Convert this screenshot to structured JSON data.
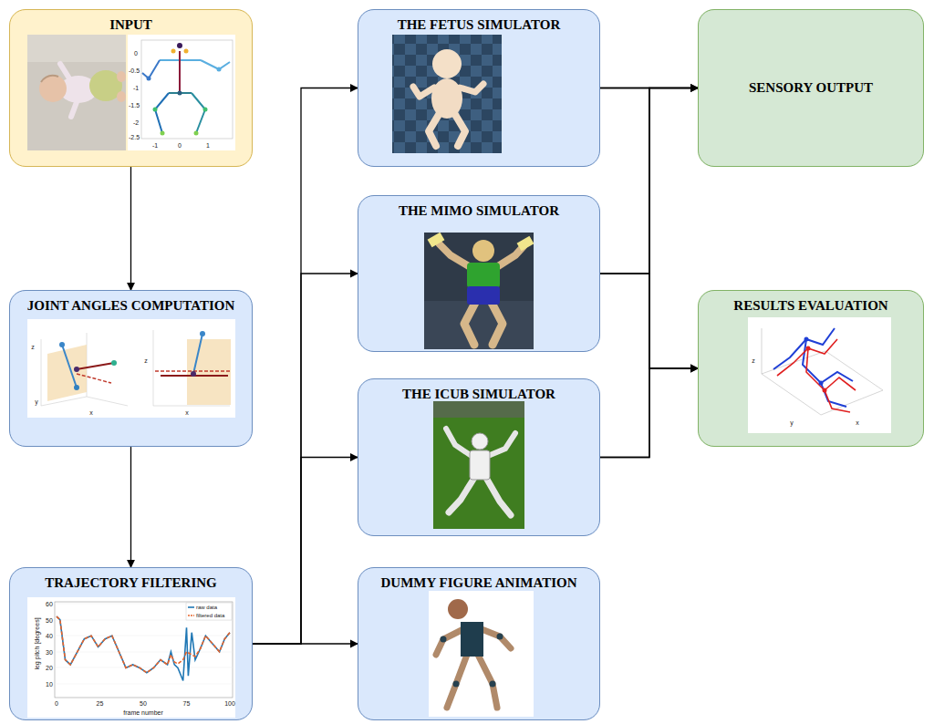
{
  "diagram": {
    "nodes": [
      {
        "text": [
          "INPUT"
        ]
      },
      {
        "text": [
          "JOINT ANGLES COMPUTATION"
        ]
      },
      {
        "text": [
          "TRAJECTORY FILTERING"
        ]
      },
      {
        "text": [
          "THE FETUS SIMULATOR"
        ]
      },
      {
        "text": [
          "THE MIMO SIMULATOR"
        ]
      },
      {
        "text": [
          "THE ICUB SIMULATOR"
        ]
      },
      {
        "text": [
          "DUMMY FIGURE ANIMATION"
        ]
      },
      {
        "text": [
          "SENSORY OUTPUT"
        ]
      },
      {
        "text": [
          "RESULTS EVALUATION"
        ]
      }
    ],
    "edges": [
      {
        "from": 0,
        "to": 1,
        "arrow": "to"
      },
      {
        "from": 1,
        "to": 2,
        "arrow": "to"
      },
      {
        "from": 2,
        "to": 3,
        "arrow": "to"
      },
      {
        "from": 2,
        "to": 4,
        "arrow": "to"
      },
      {
        "from": 2,
        "to": 5,
        "arrow": "to"
      },
      {
        "from": 2,
        "to": 6,
        "arrow": "to"
      },
      {
        "from": 3,
        "to": 7,
        "arrow": "to"
      },
      {
        "from": 3,
        "to": 8,
        "arrow": "to"
      },
      {
        "from": 4,
        "to": 7,
        "arrow": "to"
      },
      {
        "from": 4,
        "to": 8,
        "arrow": "to"
      },
      {
        "from": 5,
        "to": 7,
        "arrow": "to"
      },
      {
        "from": 5,
        "to": 8,
        "arrow": "to"
      }
    ],
    "labels": [
      "0",
      "-0.5",
      "-1",
      "-1.5",
      "-2",
      "-2.5",
      "-1",
      "0",
      "1",
      "x",
      "y",
      "z",
      "x",
      "z",
      "60",
      "50",
      "40",
      "30",
      "20",
      "10",
      "0",
      "25",
      "50",
      "75",
      "100",
      "frame number",
      "leg pitch [degrees]",
      "z",
      "y",
      "x"
    ],
    "legend": [
      {
        "text": "raw data"
      },
      {
        "text": "filtered data"
      }
    ]
  }
}
